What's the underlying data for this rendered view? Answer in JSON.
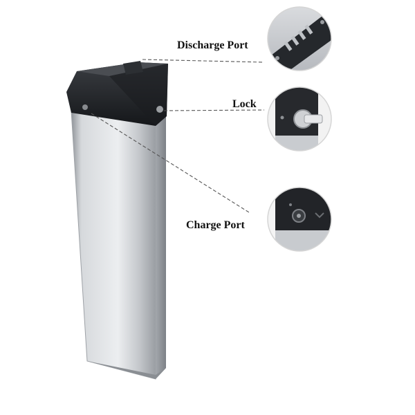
{
  "callouts": {
    "discharge_port": "Discharge Port",
    "lock": "Lock",
    "charge_port": "Charge Port"
  },
  "colors": {
    "battery_body": "#c3c6cb",
    "battery_cap": "#1f2226",
    "leader_line": "#555555",
    "inset_border": "#d5d5d5"
  },
  "icons": {
    "discharge_inset": "discharge-port-closeup",
    "lock_inset": "lock-closeup",
    "charge_inset": "charge-port-closeup"
  }
}
